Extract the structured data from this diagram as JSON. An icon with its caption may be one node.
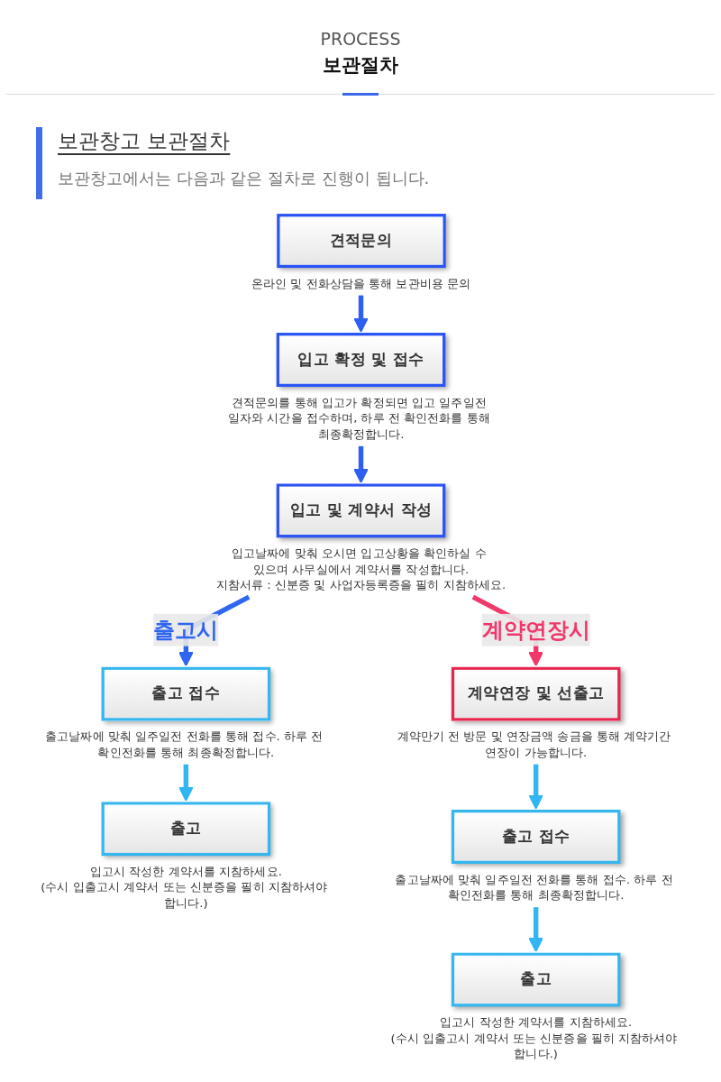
{
  "diagram": {
    "title": "보관절차",
    "nodes": [
      {
        "text": [
          "견적문의"
        ],
        "beside": [
          "온라인 및 전화상담을 통해 보관비용 문의"
        ]
      },
      {
        "text": [
          "입고 확정 및 접수"
        ],
        "beside": [
          "견적문의를 통해 입고가 확정되면 입고 일주일전 일자와 시간을 접수하며, 하루 전 확인전화를 통해 최종확정합니다."
        ]
      },
      {
        "text": [
          "입고 및 계약서 작성"
        ],
        "beside": [
          "입고날짜에 맞춰 오시면 입고상황을 확인하실 수 있으며 사무실에서 계약서를 작성합니다.",
          "지참서류 : 신분증 및 사업자등록증을 필히 지참하세요."
        ]
      },
      {
        "text": [
          "출고 접수"
        ],
        "beside": [
          "출고날짜에 맞춰 일주일전 전화를 통해 접수. 하루 전 확인전화를 통해 최종확정합니다."
        ]
      },
      {
        "text": [
          "계약연장 및 선출고"
        ],
        "beside": [
          "계약만기 전 방문 및 연장금액 송금을 통해 계약기간 연장이 가능합니다."
        ]
      },
      {
        "text": [
          "출고"
        ],
        "beside": [
          "입고시 작성한 계약서를 지참하세요.",
          "(수시 입출고시 계약서 또는 신분증을 필히 지참하셔야 합니다.)"
        ]
      },
      {
        "text": [
          "출고 접수"
        ],
        "beside": [
          "출고날짜에 맞춰 일주일전 전화를 통해 접수. 하루 전 확인전화를 통해 최종확정합니다."
        ]
      },
      {
        "text": [
          "출고"
        ],
        "beside": [
          "입고시 작성한 계약서를 지참하세요.",
          "(수시 입출고시 계약서 또는 신분증을 필히 지참하셔야 합니다.)"
        ]
      }
    ],
    "edges": [
      {
        "from": 0,
        "to": 1,
        "arrow": "to",
        "color": "#2f5ff0"
      },
      {
        "from": 1,
        "to": 2,
        "arrow": "to",
        "color": "#2f5ff0"
      },
      {
        "from": 2,
        "to": 3,
        "arrow": "to",
        "label": "출고시",
        "color": "#2f66f0"
      },
      {
        "from": 2,
        "to": 4,
        "arrow": "to",
        "label": "계약연장시",
        "color": "#f0386a"
      },
      {
        "from": 3,
        "to": 5,
        "arrow": "to",
        "color": "#30b6f2"
      },
      {
        "from": 4,
        "to": 6,
        "arrow": "to",
        "color": "#30b6f2"
      },
      {
        "from": 6,
        "to": 7,
        "arrow": "to",
        "color": "#30b6f2"
      }
    ],
    "labels": [
      "PROCESS",
      "보관창고 보관절차",
      "보관창고에서는 다음과 같은 절차로 진행이 됩니다."
    ]
  }
}
